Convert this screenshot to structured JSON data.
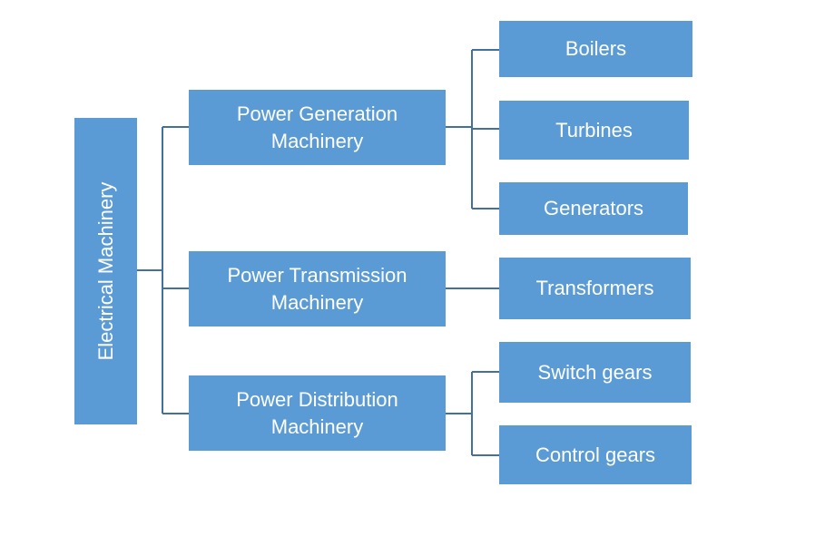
{
  "diagram": {
    "root": {
      "label": "Electrical Machinery"
    },
    "categories": [
      {
        "label": "Power Generation\nMachinery",
        "children": [
          "Boilers",
          "Turbines",
          "Generators"
        ]
      },
      {
        "label": "Power Transmission\nMachinery",
        "children": [
          "Transformers"
        ]
      },
      {
        "label": "Power Distribution\nMachinery",
        "children": [
          "Switch gears",
          "Control gears"
        ]
      }
    ]
  },
  "colors": {
    "box_fill": "#5b9bd5",
    "connector": "#41719c",
    "text": "#ffffff"
  }
}
